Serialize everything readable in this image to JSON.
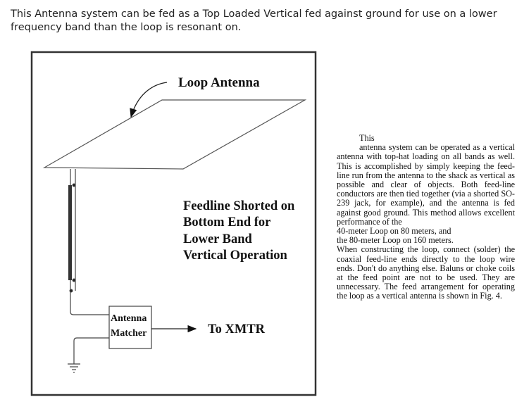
{
  "intro": "This Antenna system can be fed as a Top Loaded Vertical fed against ground for use on a lower frequency band than the loop is resonant on.",
  "diagram": {
    "loop_label": "Loop Antenna",
    "feedline_label": [
      "Feedline Shorted on",
      "Bottom End for",
      "Lower Band",
      "Vertical Operation"
    ],
    "matcher_label": [
      "Antenna",
      "Matcher"
    ],
    "xmtr_label": "To XMTR"
  },
  "article": {
    "heading": "This",
    "paragraph1": "antenna system can be operated as a vertical antenna with top-hat loading on all bands as well. This is accomplished by simply keeping the feed-line run from the antenna to the shack as vertical as possible and clear of objects. Both feed-line conductors are then tied together (via a shorted SO-239 jack, for example), and the antenna is fed against good ground. This method allows excellent performance of the",
    "line_40m": "40-meter Loop on 80 meters, and",
    "line_80m": "the 80-meter Loop on 160 meters.",
    "paragraph2": "When constructing the loop, connect (solder) the coaxial feed-line ends directly to the loop wire ends. Don't do anything else. Baluns or choke coils at the feed point are not to be used. They are unnecessary. The feed arrangement for operating the loop as a vertical antenna is shown in Fig. 4."
  }
}
